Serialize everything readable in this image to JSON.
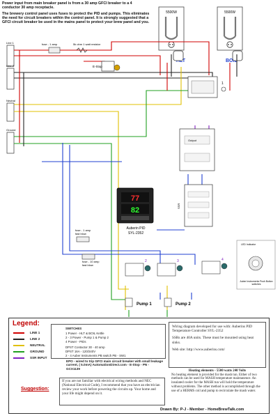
{
  "intro": {
    "p1": "Power input from main breaker panel is from a 30 amp GFCI breaker to a 4 conductor 30 amp receptacle.",
    "p2": "The brewery control panel uses fuses to protect the PID and pumps. This eliminates the need for circuit breakers within the control panel. It is strongly suggested that a GFCI circuit breaker be used in the mains panel to protect your brew panel and you."
  },
  "elements": {
    "hlt_rating": "5500W",
    "boil_rating": "5500W",
    "hlt_label": "HLT",
    "boil_label": "BOIL",
    "line1_label": "Line 1",
    "line2_label": "Line 2",
    "neutral_label": "Neutral",
    "ground_label": "Ground",
    "fuse_top": "fuse - 1 amp",
    "resistor": "5k ohm 1 watt resistor",
    "estop": "E-Stop",
    "fuse_pid": "fuse - 1 amp",
    "fuse_pid_2": "fast blow",
    "fuse_pump": "fuse - 10 amp",
    "fuse_pump_2": "fast blow",
    "pid_name": "Auberin PID",
    "pid_model": "SYL-2352",
    "pid_pv": "77",
    "pid_sv": "82",
    "pump1": "Pump 1",
    "pump2": "Pump 2",
    "relay_label": "Output",
    "switch_label": "Auber Instruments Push Button switches",
    "led_label": "LED Indicator",
    "num_1": "1",
    "num_2": "2",
    "num_3": "3",
    "num_4": "4",
    "ssr_label": "SSR"
  },
  "legend": {
    "title": "Legend:",
    "rows": [
      {
        "label": "LINE 1",
        "color": "#d00000"
      },
      {
        "label": "LINE 2",
        "color": "#222222"
      },
      {
        "label": "NEUTRAL",
        "color": "#e0c000"
      },
      {
        "label": "GROUND",
        "color": "#20a020"
      },
      {
        "label": "SSR INPUT",
        "color": "#8020c0"
      }
    ],
    "switch_box": {
      "heading": "SWITCHES",
      "items": [
        "1   Power - HLT & BOIL Kettle",
        "2 - 3   Power - Pump 1 & Pump 2",
        "4   Power - PIDs",
        "DPST Contactor 30 - 40 amp",
        "DPST 16A - 120/240V",
        "2 - 4   Auber Instruments PB switch PB - SW1"
      ]
    },
    "epo": "EPO - wired to trip GFCI main circuit breaker with small leakage current, ( 5.0mA) AutomationDirect.com - E-Stop - PN - GCX1139"
  },
  "dev": {
    "p1": "Wiring diagram developed for use with: Auberins PID Temperature Controller SYL-2352",
    "p2": "SSRs are 40A units. These must be mounted using heat sinks.",
    "p3": "Web site:  http://www.auberins.com/"
  },
  "heat": {
    "title": "Heating elements - 5500 watts 240 Volts",
    "body": "No heating element is provided for the mash tun. Either of two methods can be used for MASH temperature maintanence. An insulated cooler for the MASH tun will hold the temperature without problems. The other method is accomplished through the use of a HERMS coil and pump to recirculate the mash water."
  },
  "suggestion": {
    "label": "Suggestion:",
    "body": "If you are not familiar with electrical wiring methods and NEC (National Electrical Code), I recommend that you have an electrician review your work before powering the circuits up. Your home and your life might depend on it."
  },
  "credit": "Drawn By: P-J - Member - HomeBrewTalk.com",
  "colors": {
    "line1": "#d00000",
    "line2": "#222222",
    "neutral": "#e0c000",
    "ground": "#20a020",
    "ssr": "#8020c0",
    "blue": "#2040d0",
    "accent": "#c00000"
  }
}
